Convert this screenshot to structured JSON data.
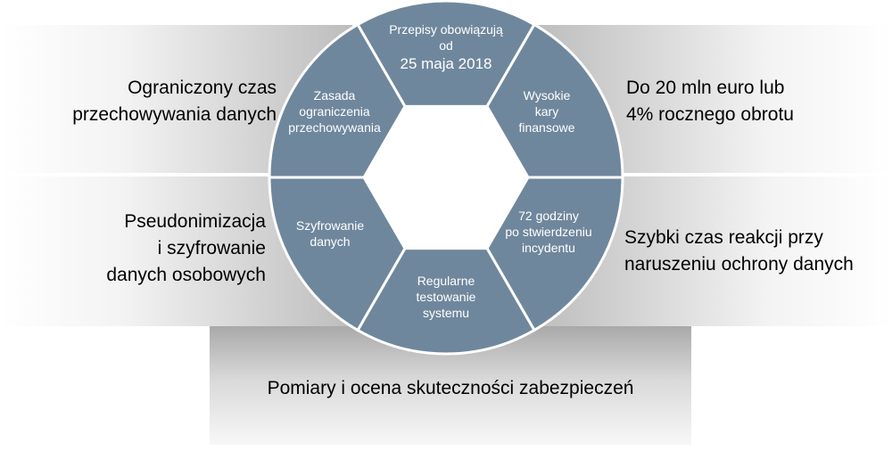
{
  "diagram": {
    "segments": {
      "top": [
        "Przepisy obowiązują",
        "od",
        "25 maja 2018"
      ],
      "upper_right": [
        "Wysokie",
        "kary",
        "finansowe"
      ],
      "lower_right": [
        "72 godziny",
        "po stwierdzeniu",
        "incydentu"
      ],
      "bottom": [
        "Regularne",
        "testowanie",
        "systemu"
      ],
      "lower_left": [
        "Szyfrowanie",
        "danych"
      ],
      "upper_left": [
        "Zasada",
        "ograniczenia",
        "przechowywania"
      ]
    },
    "callouts": {
      "top_left": [
        "Ograniczony czas",
        "przechowywania danych"
      ],
      "top_right": [
        "Do 20 mln euro lub",
        "4% rocznego obrotu"
      ],
      "middle_left": [
        "Pseudonimizacja",
        "i szyfrowanie",
        "danych osobowych"
      ],
      "middle_right": [
        "Szybki czas reakcji przy",
        "naruszeniu ochrony danych"
      ],
      "bottom": "Pomiary i ocena skuteczności zabezpieczeń"
    },
    "colors": {
      "segment_fill": "#6f879c",
      "segment_border": "#ffffff",
      "segment_text": "#ffffff",
      "band_gray": "#bdbdbd"
    }
  }
}
